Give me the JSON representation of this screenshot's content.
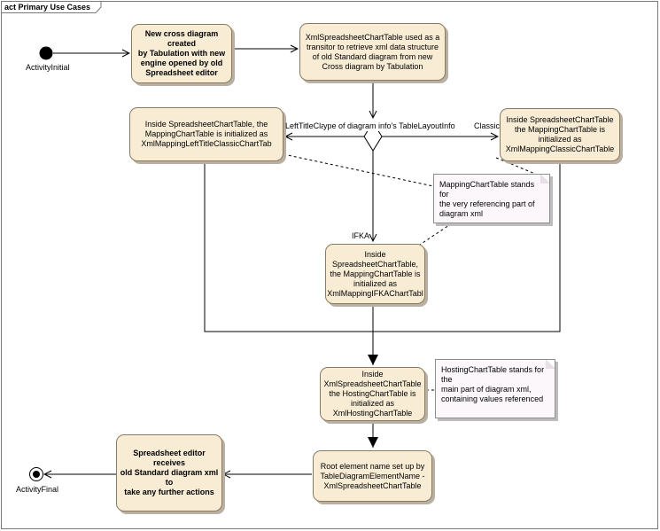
{
  "frame": {
    "title": "act Primary Use Cases"
  },
  "nodes": {
    "initial": {
      "label": "ActivityInitial"
    },
    "final": {
      "label": "ActivityFinal"
    },
    "new_cross": {
      "text": "New cross diagram created\nby Tabulation with new\nengine opened by old\nSpreadsheet editor"
    },
    "transistor": {
      "text": "XmlSpreadsheetChartTable used as a\ntransitor to retrieve xml data structure\nof old Standard diagram from new\nCross diagram by Tabulation"
    },
    "left_title": {
      "text": "Inside SpreadsheetChartTable, the\nMappingChartTable is initialized as\nXmlMappingLeftTitleClassicChartTab"
    },
    "classic": {
      "text": "Inside SpreadsheetChartTable\nthe MappingChartTable is\ninitialized as\nXmlMappingClassicChartTable"
    },
    "ifka": {
      "text": "Inside\nSpreadsheetChartTable,\nthe MappingChartTable is\ninitialized as\nXmlMappingIFKAChartTabl"
    },
    "hosting": {
      "text": "Inside\nXmlSpreadsheetChartTable\nthe HostingChartTable is\ninitialized as\nXmlHostingChartTable"
    },
    "root_element": {
      "text": "Root element name set up by\nTableDiagramElementName -\nXmlSpreadsheetChartTable"
    },
    "editor_receives": {
      "text": "Spreadsheet editor receives\nold Standard diagram xml to\ntake any further actions"
    }
  },
  "notes": {
    "mapping": {
      "text": "MappingChartTable stands for\nthe very referencing part of\ndiagram xml"
    },
    "hosting": {
      "text": "HostingChartTable stands for the\nmain part of diagram xml,\ncontaining values referenced"
    }
  },
  "edge_labels": {
    "left_title_classic": "LeftTitleClassic",
    "guard": "ype of diagram info's TableLayoutInfo",
    "classic": "Classic",
    "ifka": "IFKA"
  },
  "colors": {
    "activity_fill": "#f8ecd5",
    "note_fill": "#fbf7fb",
    "line": "#000000"
  }
}
